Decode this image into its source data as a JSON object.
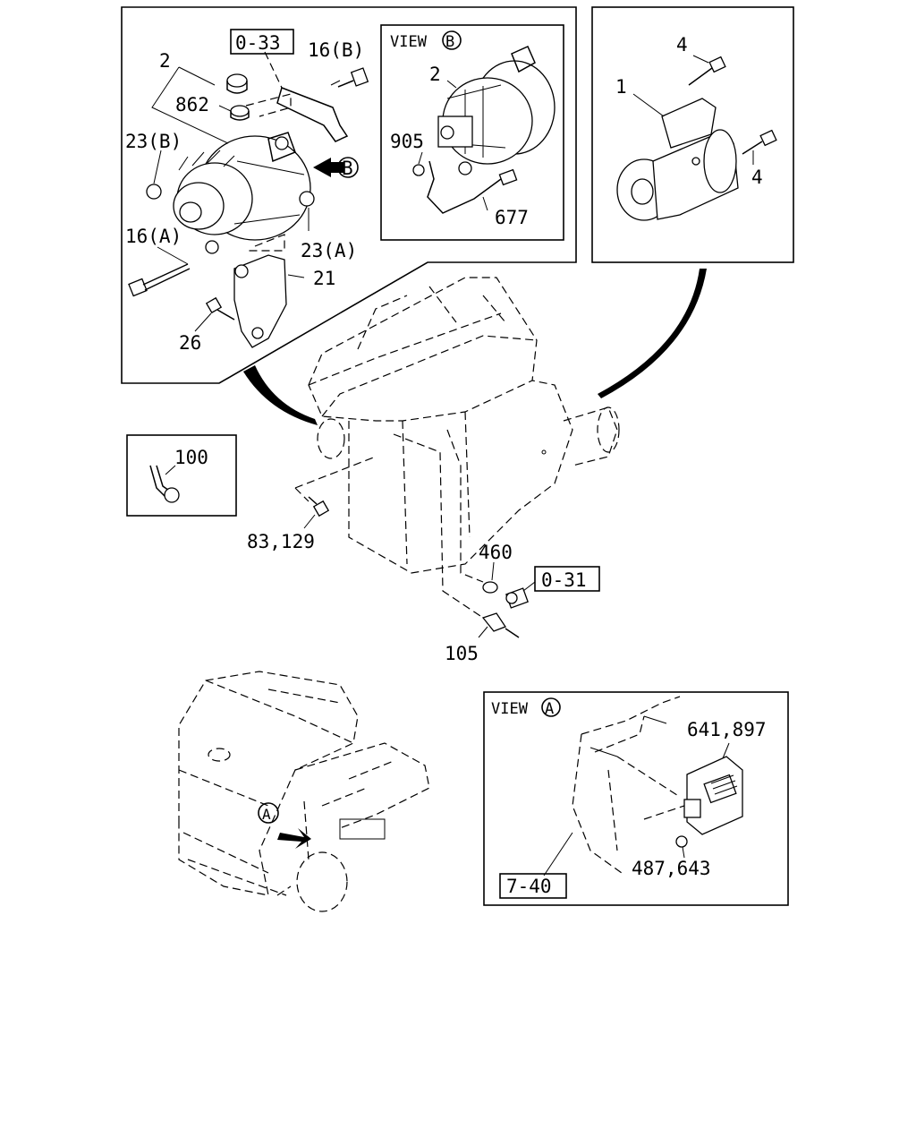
{
  "callouts": {
    "p2": "2",
    "p862": "862",
    "p0_33": "0-33",
    "p16b": "16(B)",
    "p23b": "23(B)",
    "p16a": "16(A)",
    "p23a": "23(A)",
    "p21": "21",
    "p26": "26",
    "view_b_title": "VIEW",
    "view_b_letter": "B",
    "view_b_arrow_letter": "B",
    "vb_p2": "2",
    "p905": "905",
    "p677": "677",
    "p4_top": "4",
    "p1": "1",
    "p4_bottom": "4",
    "p100": "100",
    "p83_129": "83,129",
    "p460": "460",
    "p0_31": "0-31",
    "p105": "105",
    "view_a_title": "VIEW",
    "view_a_letter": "A",
    "truck_a_letter": "A",
    "p641_897": "641,897",
    "p487_643": "487,643",
    "p7_40": "7-40"
  }
}
